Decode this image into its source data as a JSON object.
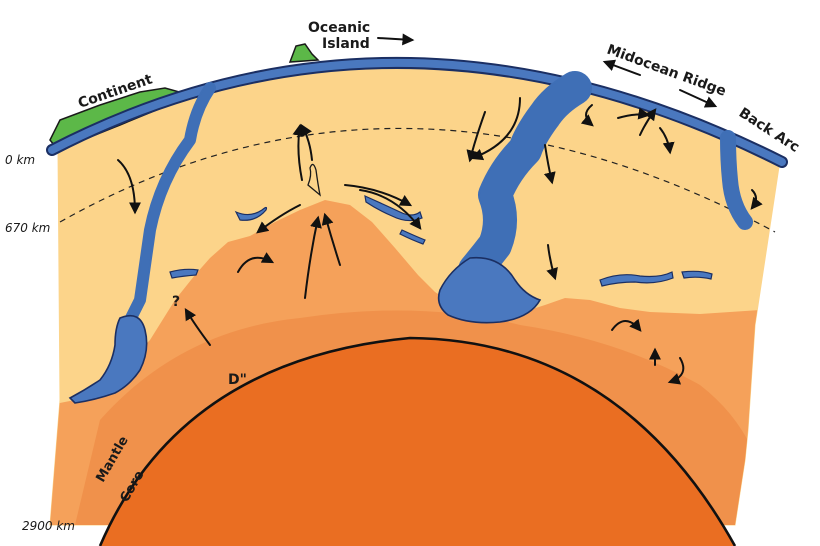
{
  "labels": {
    "continent": "Continent",
    "oceanic_island_1": "Oceanic",
    "oceanic_island_2": "Island",
    "midocean_ridge": "Midocean Ridge",
    "back_arc": "Back Arc",
    "d_double_prime": "D\"",
    "mantle": "Mantle",
    "core": "Core",
    "question": "?"
  },
  "depths": {
    "surface": "0 km",
    "transition": "670 km",
    "cmb": "2900 km"
  },
  "colors": {
    "upper_mantle": "#fcd48a",
    "lower_mantle": "#f5a15a",
    "core": "#ea6e22",
    "slab": "#4a78bf",
    "slab_outline": "#1b2f63",
    "continent": "#5cb848",
    "background": "#ffffff"
  }
}
